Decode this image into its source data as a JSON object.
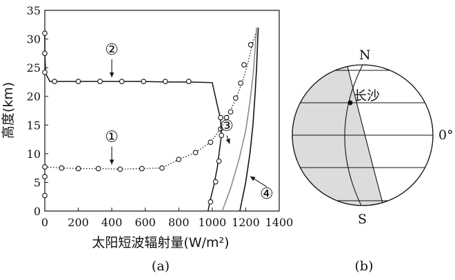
{
  "chart_data": {
    "type": "line",
    "panel_label": "(a)",
    "xlabel": "太阳短波辐射量(W/m²)",
    "ylabel": "高度(km)",
    "xlim": [
      0,
      1400
    ],
    "ylim": [
      0,
      35
    ],
    "x_ticks": [
      0,
      200,
      400,
      600,
      800,
      1000,
      1200,
      1400
    ],
    "y_ticks": [
      0,
      5,
      10,
      15,
      20,
      25,
      30,
      35
    ],
    "series": [
      {
        "name": "①",
        "style": "dotted-markers",
        "points": [
          [
            0,
            7.7
          ],
          [
            100,
            7.5
          ],
          [
            200,
            7.4
          ],
          [
            320,
            7.4
          ],
          [
            450,
            7.3
          ],
          [
            580,
            7.4
          ],
          [
            700,
            7.5
          ],
          [
            800,
            9.0
          ],
          [
            900,
            10.2
          ],
          [
            990,
            12.0
          ],
          [
            1050,
            14.3
          ],
          [
            1100,
            17.0
          ],
          [
            1140,
            19.5
          ],
          [
            1180,
            22.5
          ],
          [
            1210,
            25.5
          ],
          [
            1240,
            29.0
          ],
          [
            1265,
            31.5
          ]
        ],
        "markers": [
          [
            0,
            7.7
          ],
          [
            100,
            7.5
          ],
          [
            200,
            7.4
          ],
          [
            320,
            7.4
          ],
          [
            450,
            7.3
          ],
          [
            580,
            7.4
          ],
          [
            700,
            7.5
          ],
          [
            800,
            9.0
          ],
          [
            900,
            10.2
          ],
          [
            990,
            12.0
          ],
          [
            1050,
            14.3
          ],
          [
            1085,
            16.3
          ],
          [
            1110,
            17.3
          ],
          [
            1140,
            19.7
          ],
          [
            1170,
            22.3
          ],
          [
            1190,
            25.5
          ],
          [
            1230,
            29.0
          ]
        ],
        "annotation_at": [
          400,
          7.4
        ]
      },
      {
        "name": "②",
        "style": "solid-markers",
        "points": [
          [
            0,
            31
          ],
          [
            0,
            27.5
          ],
          [
            5,
            24
          ],
          [
            30,
            22.6
          ],
          [
            100,
            22.6
          ],
          [
            200,
            22.6
          ],
          [
            330,
            22.6
          ],
          [
            460,
            22.6
          ],
          [
            590,
            22.6
          ],
          [
            720,
            22.5
          ],
          [
            860,
            22.5
          ],
          [
            1000,
            22.4
          ],
          [
            1030,
            18.5
          ],
          [
            1050,
            16.0
          ],
          [
            1055,
            13.2
          ],
          [
            1045,
            11.0
          ],
          [
            1030,
            7.5
          ],
          [
            1010,
            4.5
          ],
          [
            985,
            1.5
          ],
          [
            975,
            0
          ]
        ],
        "markers": [
          [
            0,
            31
          ],
          [
            0,
            27.5
          ],
          [
            0,
            24.2
          ],
          [
            58,
            22.6
          ],
          [
            200,
            22.6
          ],
          [
            330,
            22.6
          ],
          [
            460,
            22.6
          ],
          [
            590,
            22.6
          ],
          [
            720,
            22.6
          ],
          [
            860,
            22.6
          ],
          [
            1050,
            16.3
          ],
          [
            1055,
            13.2
          ],
          [
            1040,
            8.7
          ],
          [
            1020,
            5.1
          ],
          [
            990,
            1.6
          ]
        ],
        "annotation_at": [
          400,
          22.6
        ]
      },
      {
        "name": "③",
        "style": "solid-gray",
        "points": [
          [
            1060,
            0
          ],
          [
            1110,
            4
          ],
          [
            1160,
            9
          ],
          [
            1200,
            14
          ],
          [
            1225,
            19
          ],
          [
            1245,
            24
          ],
          [
            1258,
            29
          ],
          [
            1265,
            32
          ]
        ],
        "annotation_at": [
          1120,
          11
        ]
      },
      {
        "name": "④",
        "style": "solid-black",
        "points": [
          [
            1165,
            0
          ],
          [
            1200,
            5
          ],
          [
            1225,
            10
          ],
          [
            1243,
            15
          ],
          [
            1255,
            20
          ],
          [
            1265,
            25
          ],
          [
            1272,
            30
          ],
          [
            1275,
            32
          ]
        ],
        "annotation_at": [
          1210,
          7
        ]
      }
    ],
    "extra_markers": [
      [
        0,
        6.0
      ],
      [
        0,
        2.7
      ]
    ]
  },
  "globe": {
    "panel_label": "(b)",
    "north_label": "N",
    "south_label": "S",
    "city_label": "长沙",
    "equator_label": "0°"
  }
}
